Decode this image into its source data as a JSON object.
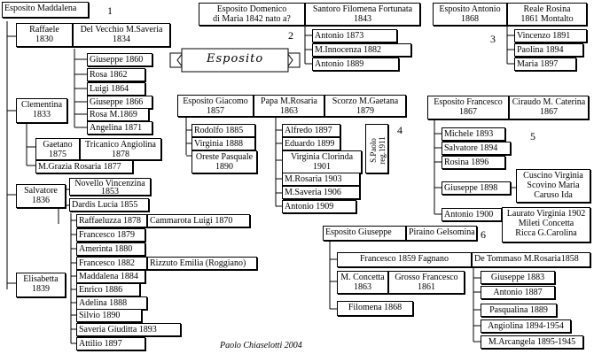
{
  "numbers": [
    "1",
    "2",
    "3",
    "4",
    "5",
    "6"
  ],
  "banner": "Esposito",
  "author": "Paolo Chiaselotti 2004",
  "family1": {
    "root": "Esposito Maddalena",
    "raffaele": "Raffaele",
    "raffaele_year": "1830",
    "del_vecchio": "Del Vecchio M.Saveria",
    "del_vecchio_year": "1834",
    "children_raffaele": [
      "Giuseppe 1860",
      "Rosa 1862",
      "Luigi 1864",
      "Giuseppe 1866",
      "Rosa M.1869",
      "Angelina 1871"
    ],
    "clementina": "Clementina",
    "clementina_year": "1833",
    "gaetano": "Gaetano",
    "gaetano_year": "1875",
    "tricanico": "Tricanico Angiolina",
    "tricanico_year": "1878",
    "grazia": "M.Grazia Rosaria  1877",
    "salvatore": "Salvatore",
    "salvatore_year": "1836",
    "novello": "Novello Vincenzina",
    "novello_year": "1853",
    "dardis": "Dardis Lucia 1855",
    "raffaeluzza": "Raffaeluzza 1878",
    "cammarota": "Cammarota Luigi 1870",
    "children_salvatore": [
      "Francesco 1879",
      "Amerinta 1880"
    ],
    "francesco1882": "Francesco 1882",
    "rizzuto": "Rizzuto Emilia (Roggiano)",
    "children_salvatore2": [
      "Maddalena 1884",
      "Enrico 1886",
      "Adelina 1888",
      "Silvio 1890",
      "Saveria Giuditta 1893",
      "Attilio 1897"
    ],
    "elisabetta": "Elisabetta",
    "elisabetta_year": "1839"
  },
  "family2": {
    "left": "Esposito Domenico",
    "left2": "di Maria 1842 nato a?",
    "right": "Santoro Filomena Fortunata",
    "right_year": "1843",
    "children": [
      "Antonio 1873",
      "M.Innocenza 1882",
      "Antonio 1889"
    ]
  },
  "family3": {
    "left": "Esposito Antonio",
    "left_year": "1868",
    "right": "Reale Rosina",
    "right_year": "1861 Montalto",
    "children": [
      "Vincenzo 1891",
      "Paolina 1894",
      "Maria 1897"
    ]
  },
  "family4": {
    "left": "Esposito Giacomo",
    "left_year": "1857",
    "mid": "Papa M.Rosaria",
    "mid_year": "1863",
    "right": "Scorzo M.Gaetana",
    "right_year": "1879",
    "children_papa": [
      "Rodolfo 1885",
      "Virginia 1888"
    ],
    "oreste": "Oreste Pasquale",
    "oreste_year": "1890",
    "children_scorzo": [
      "Alfredo 1897",
      "Eduardo 1899"
    ],
    "virginia_clorinda": "Virginia Clorinda",
    "virginia_clorinda_year": "1901",
    "children_scorzo2": [
      "M.Rosaria 1903",
      "M.Saveria 1906",
      "Antonio 1909"
    ],
    "s_paolo": "S.Paolo",
    "reg": "reg.1911"
  },
  "family5": {
    "left": "Esposito Francesco",
    "left_year": "1867",
    "right": "Ciraudo M. Caterina",
    "right_year": "1867",
    "children": [
      "Michele 1893",
      "Salvatore 1894",
      "Rosina 1896"
    ],
    "giuseppe1898": "Giuseppe 1898",
    "spouses_g": [
      "Cuscino Virginia",
      "Scovino Maria",
      "Caruso Ida"
    ],
    "antonio1900": "Antonio 1900",
    "spouses_a": [
      "Laurato Virginia 1902",
      "Mileti Concetta",
      "Ricca G.Carolina"
    ]
  },
  "family6": {
    "left": "Esposito Giuseppe",
    "right": "Piraino Gelsomina",
    "francesco1859": "Francesco 1859 Fagnano",
    "de_tommaso": "De Tommaso M.Rosaria1858",
    "concetta": "M. Concetta",
    "concetta_year": "1863",
    "grosso": "Grosso Francesco",
    "grosso_year": "1861",
    "filomena": "Filomena 1868",
    "children": [
      "Giuseppe 1883",
      "Antonio 1887",
      "Pasqualina 1889",
      "Angiolina 1894-1954",
      "M.Arcangela 1895-1945"
    ]
  }
}
